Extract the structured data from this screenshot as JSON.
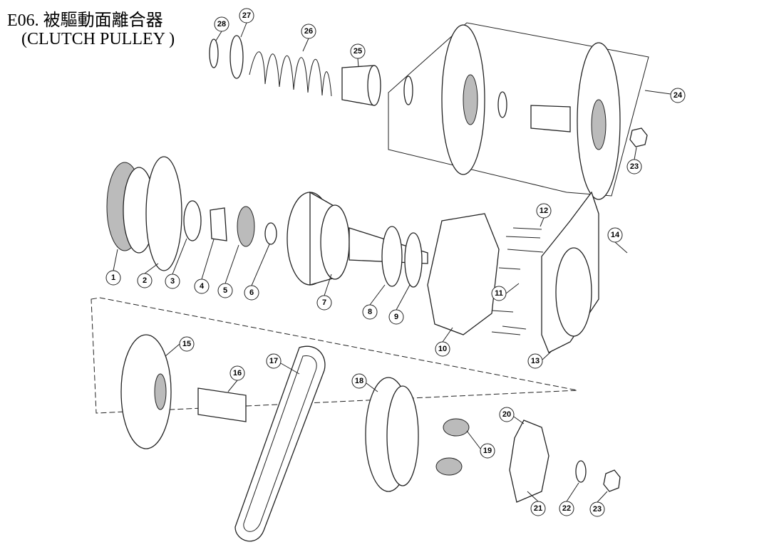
{
  "title": {
    "line1": "E06. 被驅動面離合器",
    "line2": "(CLUTCH PULLEY )"
  },
  "callouts": [
    "28",
    "27",
    "26",
    "25",
    "24",
    "23",
    "12",
    "14",
    "1",
    "2",
    "3",
    "4",
    "5",
    "6",
    "7",
    "8",
    "9",
    "11",
    "10",
    "13",
    "15",
    "16",
    "17",
    "18",
    "19",
    "20",
    "21",
    "22",
    "23"
  ]
}
